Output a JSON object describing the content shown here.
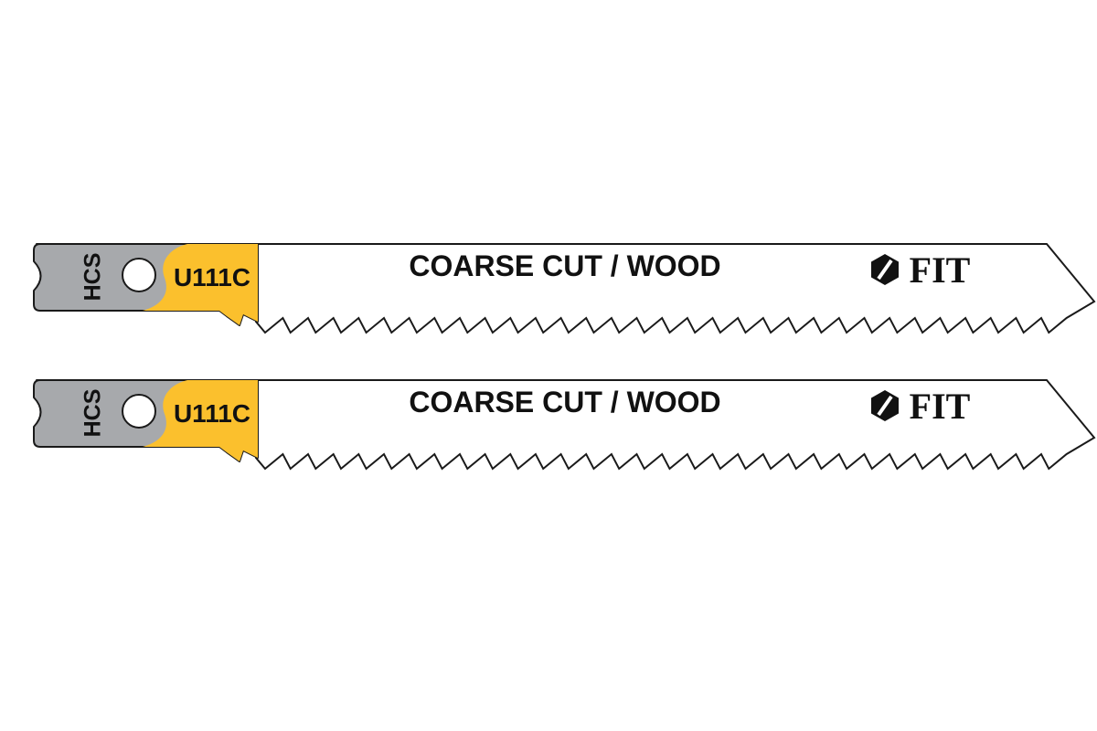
{
  "colors": {
    "background": "#ffffff",
    "blade": "#ffffff",
    "outline": "#1a1a1a",
    "shank": "#a7a9ac",
    "label_band": "#fbc02d",
    "text": "#111111"
  },
  "blades": [
    {
      "material": "HCS",
      "code": "U111C",
      "description": "COARSE CUT / WOOD",
      "brand": "FIT",
      "brand_icon": "hexagon-slash-logo-icon"
    },
    {
      "material": "HCS",
      "code": "U111C",
      "description": "COARSE CUT / WOOD",
      "brand": "FIT",
      "brand_icon": "hexagon-slash-logo-icon"
    }
  ]
}
